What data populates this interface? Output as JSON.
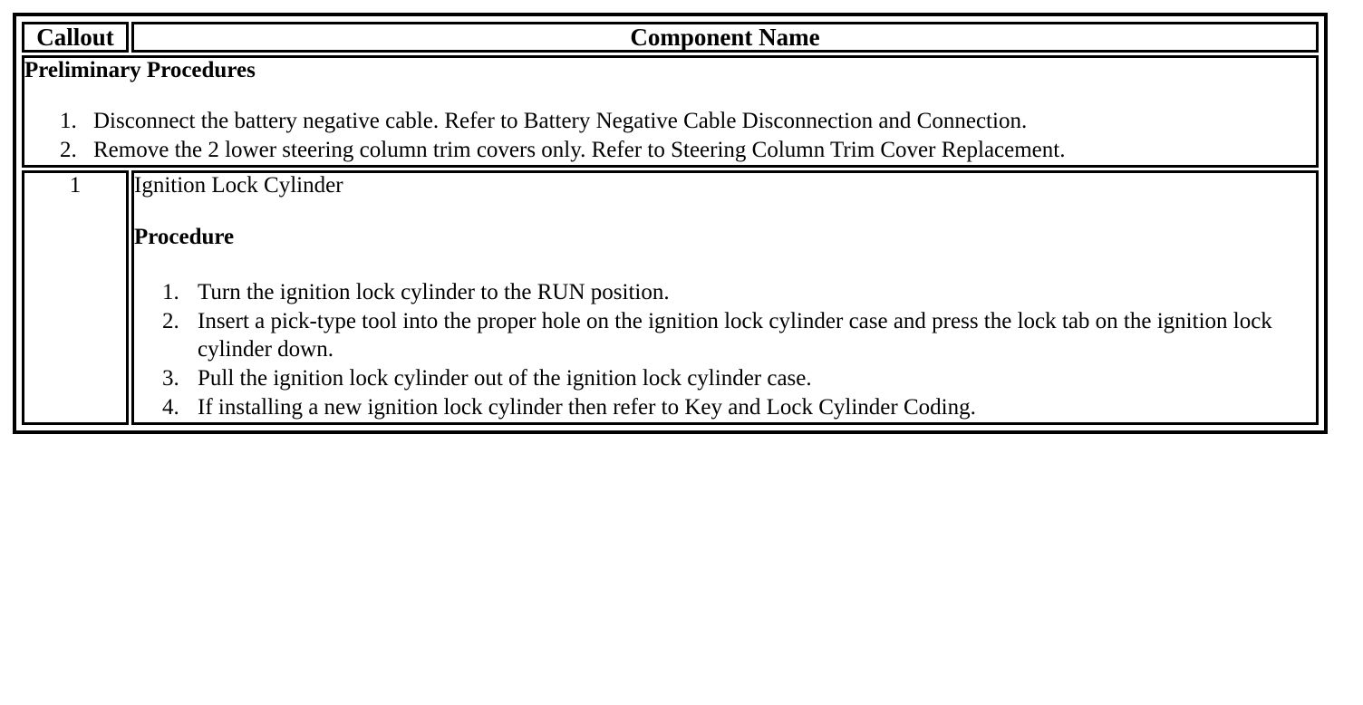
{
  "table": {
    "headers": {
      "callout": "Callout",
      "component_name": "Component Name"
    },
    "preliminary": {
      "heading": "Preliminary Procedures",
      "steps": [
        "Disconnect the battery negative cable. Refer to Battery Negative Cable Disconnection and Connection.",
        "Remove the 2 lower steering column trim covers only. Refer to Steering Column Trim Cover Replacement."
      ]
    },
    "rows": [
      {
        "callout": "1",
        "component_title": "Ignition Lock Cylinder",
        "procedure_heading": "Procedure",
        "steps": [
          "Turn the ignition lock cylinder to the RUN position.",
          "Insert a pick-type tool into the proper hole on the ignition lock cylinder case and press the lock tab on the ignition lock cylinder down.",
          "Pull the ignition lock cylinder out of the ignition lock cylinder case.",
          "If installing a new ignition lock cylinder then refer to Key and Lock Cylinder Coding."
        ]
      }
    ]
  }
}
